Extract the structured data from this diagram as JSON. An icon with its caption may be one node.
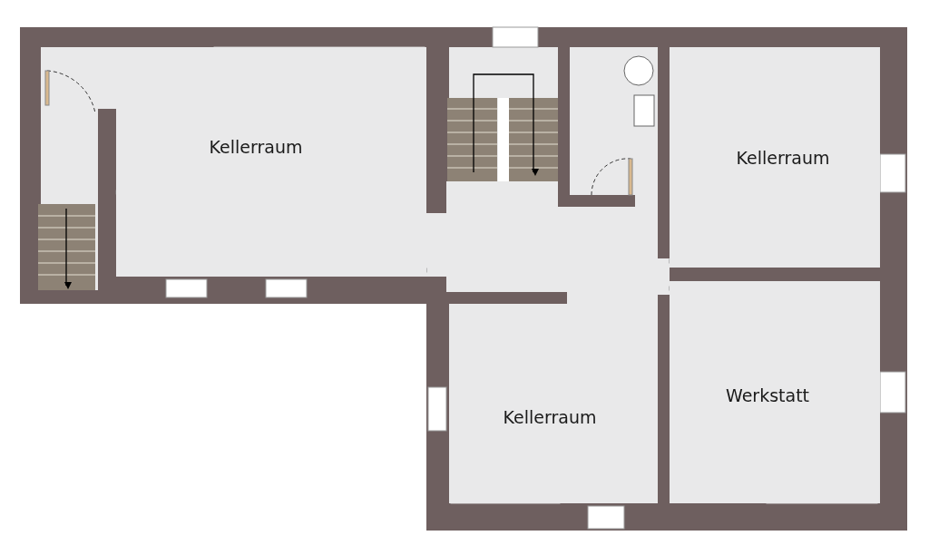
{
  "diagram": {
    "nodes": [
      {
        "text": [
          "Kellerraum"
        ]
      },
      {
        "text": [
          "Kellerraum"
        ]
      },
      {
        "text": [
          "Kellerraum"
        ]
      },
      {
        "text": [
          "Werkstatt"
        ]
      }
    ]
  }
}
